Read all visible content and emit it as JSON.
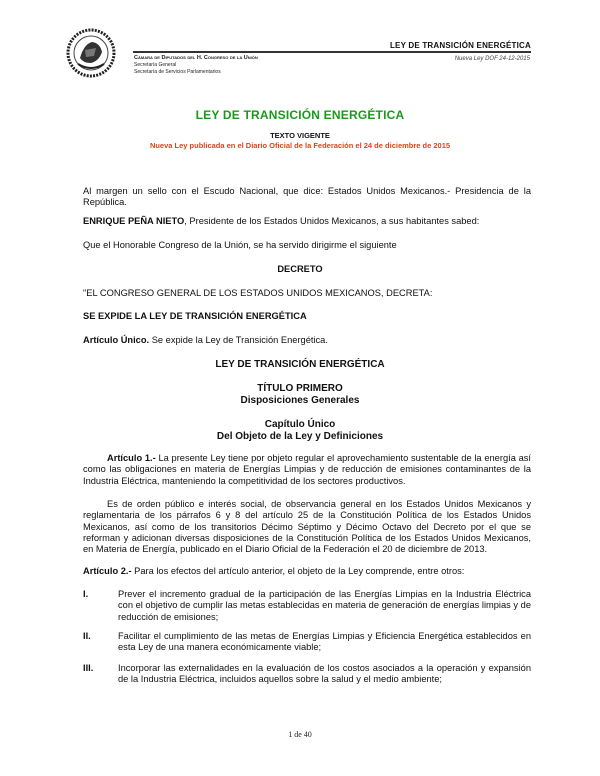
{
  "header": {
    "seal_icon": "escudo-nacional-seal-icon",
    "doc_title": "LEY DE TRANSICIÓN ENERGÉTICA",
    "doc_subtitle": "Nueva Ley DOF 24-12-2015",
    "institution": "Cámara de Diputados del H. Congreso de la Unión",
    "secretaria_general": "Secretaría General",
    "secretaria_servicios": "Secretaría de Servicios Parlamentarios"
  },
  "title": {
    "main": "LEY DE TRANSICIÓN ENERGÉTICA",
    "status": "TEXTO VIGENTE",
    "published": "Nueva Ley publicada en el Diario Oficial de la Federación el 24 de diciembre de 2015",
    "colors": {
      "main": "#1a9a1a",
      "published": "#e0431a"
    }
  },
  "body": {
    "margen": "Al margen un sello con el Escudo Nacional, que dice: Estados Unidos Mexicanos.- Presidencia de la República.",
    "presidente_name": "ENRIQUE PEÑA NIETO",
    "presidente_rest": ", Presidente de los Estados Unidos Mexicanos, a sus habitantes sabed:",
    "congreso": "Que el Honorable Congreso de la Unión, se ha servido dirigirme el siguiente",
    "decreto": "DECRETO",
    "decreta": "\"EL CONGRESO GENERAL DE LOS ESTADOS UNIDOS MEXICANOS, DECRETA:",
    "se_expide": "SE EXPIDE LA LEY DE TRANSICIÓN ENERGÉTICA",
    "articulo_unico_label": "Artículo Único.",
    "articulo_unico_text": " Se expide la Ley de Transición Energética.",
    "ley_title": "LEY DE TRANSICIÓN ENERGÉTICA",
    "titulo": "TÍTULO PRIMERO",
    "titulo_name": "Disposiciones Generales",
    "capitulo": "Capítulo Único",
    "capitulo_name": "Del Objeto de la Ley y Definiciones",
    "art1_label": "Artículo 1.-",
    "art1_text": " La presente Ley tiene por objeto regular el aprovechamiento sustentable de la energía así como las obligaciones en materia de Energías Limpias y de reducción de emisiones contaminantes de la Industria Eléctrica, manteniendo la competitividad de los sectores productivos.",
    "art1_p2": "Es de orden público e interés social, de observancia general en los Estados Unidos Mexicanos y reglamentaria de los párrafos 6 y 8 del artículo 25 de la Constitución Política de los Estados Unidos Mexicanos, así como de los transitorios Décimo Séptimo y Décimo Octavo del Decreto por el que se reforman y adicionan diversas disposiciones de la Constitución Política de los Estados Unidos Mexicanos, en Materia de Energía, publicado en el Diario Oficial de la Federación el 20 de diciembre de 2013.",
    "art2_label": "Artículo 2.-",
    "art2_text": " Para los efectos del artículo anterior, el objeto de la Ley comprende, entre otros:",
    "fracciones": [
      {
        "num": "I.",
        "text": "Prever el incremento gradual de la participación de las Energías Limpias en la Industria Eléctrica con el objetivo de cumplir las metas establecidas en materia de generación de energías limpias y de reducción de emisiones;"
      },
      {
        "num": "II.",
        "text": "Facilitar el cumplimiento de las metas de Energías Limpias y Eficiencia Energética establecidos en esta Ley de una manera económicamente viable;"
      },
      {
        "num": "III.",
        "text": "Incorporar las externalidades en la evaluación de los costos asociados a la operación y expansión de la Industria Eléctrica, incluidos aquellos sobre la salud y el medio ambiente;"
      }
    ]
  },
  "footer": {
    "page_indicator": "1 de 40"
  }
}
